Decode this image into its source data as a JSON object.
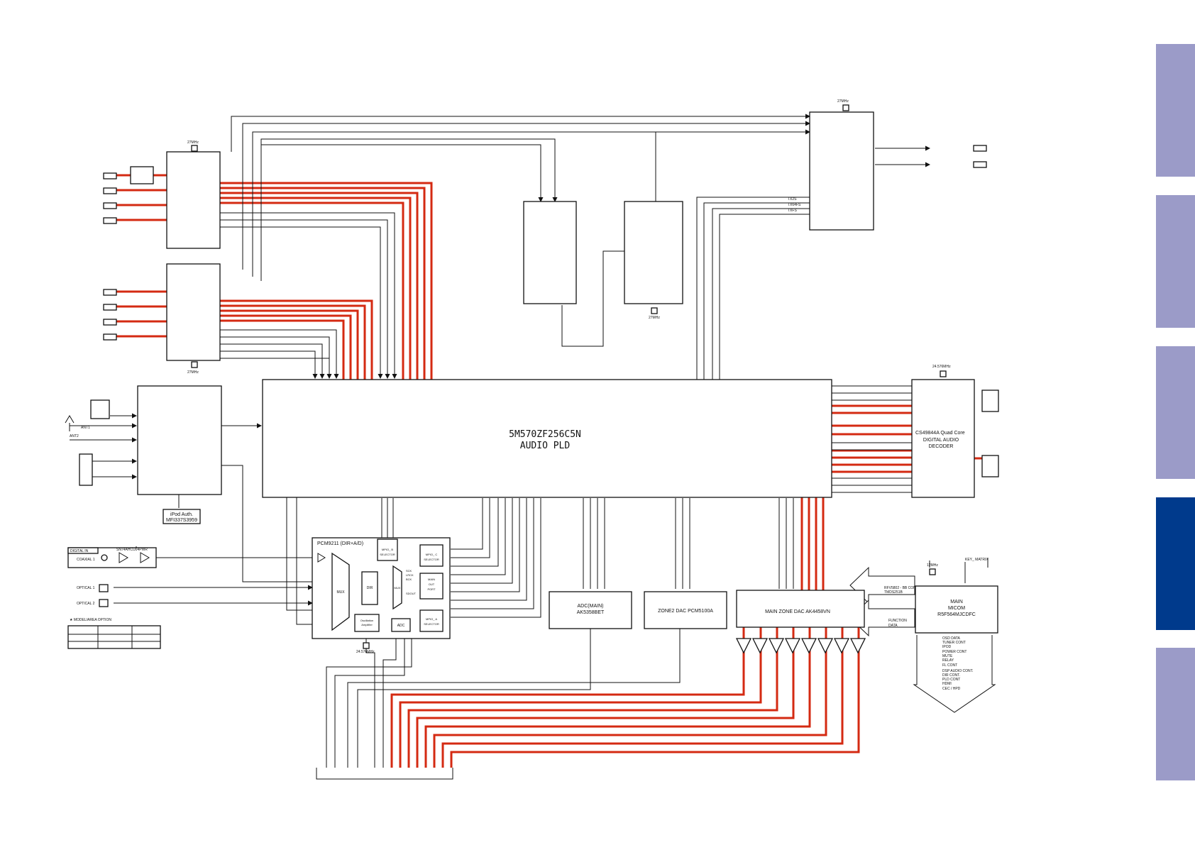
{
  "colors": {
    "signal": "#d42a12",
    "line": "#111111",
    "tab": "#9b9bc8",
    "tab_active": "#003a8c"
  },
  "blocks": {
    "pld": {
      "line1": "5M570ZF256C5N",
      "line2": "AUDIO PLD"
    },
    "dsp": {
      "line1": "CS49844A Quad Core",
      "line2": "DIGITAL AUDIO",
      "line3": "DECODER"
    },
    "pcm9211": {
      "title": "PCM9211 (DIR+A/D)",
      "mux1": "MUX",
      "dir": "DIR",
      "mux2": "MUX",
      "osc_line1": "Oscillation",
      "osc_line2": "Amplifier",
      "adc": "ADC",
      "mpio_b_line1": "MPIO_ B",
      "mpio_b_line2": "SELECTOR",
      "mpio_c_line1": "MPIO_ C",
      "mpio_c_line2": "SELECTOR",
      "sck_line1": "SCK",
      "sck_line2": "LRCK",
      "sck_line3": "BCK",
      "main_out_line1": "MAIN",
      "main_out_line2": "OUT",
      "main_out_line3": "PORT",
      "sdout": "SDOUT",
      "mpio_a_line1": "MPIO_ A",
      "mpio_a_line2": "SELECTOR"
    },
    "adc_main": {
      "line1": "ADC(MAIN)",
      "line2": "AK5358BET"
    },
    "zone2_dac": {
      "label": "ZONE2 DAC PCM5100A"
    },
    "main_dac": {
      "label": "MAIN ZONE DAC AK4458VN"
    },
    "ipod_auth": {
      "line1": "iPod Auth.",
      "line2": "MFI337S3959"
    },
    "micom": {
      "line1": "MAIN",
      "line2": "MICOM",
      "line3": "R5F564MJCDFC"
    }
  },
  "labels": {
    "clk_27_a": "27MHz",
    "clk_27_b": "27MHz",
    "clk_27_c": "27MHz",
    "clk_27_d": "27MHz",
    "clk_24_576_dsp": "24.576MHz",
    "clk_24_576_pcm": "24.576MHz",
    "clk_12": "12MHz",
    "key_matrix": "KEY_ MATRIX",
    "tx_1": "TX2S",
    "tx_2": "TX64FS",
    "tx_3": "TXFS",
    "ant1": "ANT1",
    "ant2": "ANT2",
    "digital_in": "DIGITAL IN",
    "buffer_ic": "SN74AHCU04PWR",
    "coaxial": "COAXIAL 1",
    "optical1": "OPTICAL 1",
    "optical2": "OPTICAL 2",
    "model_area": "★ MODEL/AREA OPTION",
    "bd_con_line1": "RFV5802 - BB CON",
    "bd_con_line2": "TMDS251B",
    "function_line1": "FUNCTION",
    "function_line2": "DATA"
  },
  "micom_outputs": [
    "OSD DATA",
    "TUNER CONT",
    "IPOD",
    "POWER CONT",
    "MUTE",
    "RELAY",
    "FL CONT",
    "DSP AUDIO CONT.",
    "DIR CONT.",
    "PLD CONT",
    "HDMI",
    "CEC / HPD"
  ],
  "tabs": [
    {
      "active": false
    },
    {
      "active": false
    },
    {
      "active": false
    },
    {
      "active": true
    },
    {
      "active": false
    }
  ]
}
